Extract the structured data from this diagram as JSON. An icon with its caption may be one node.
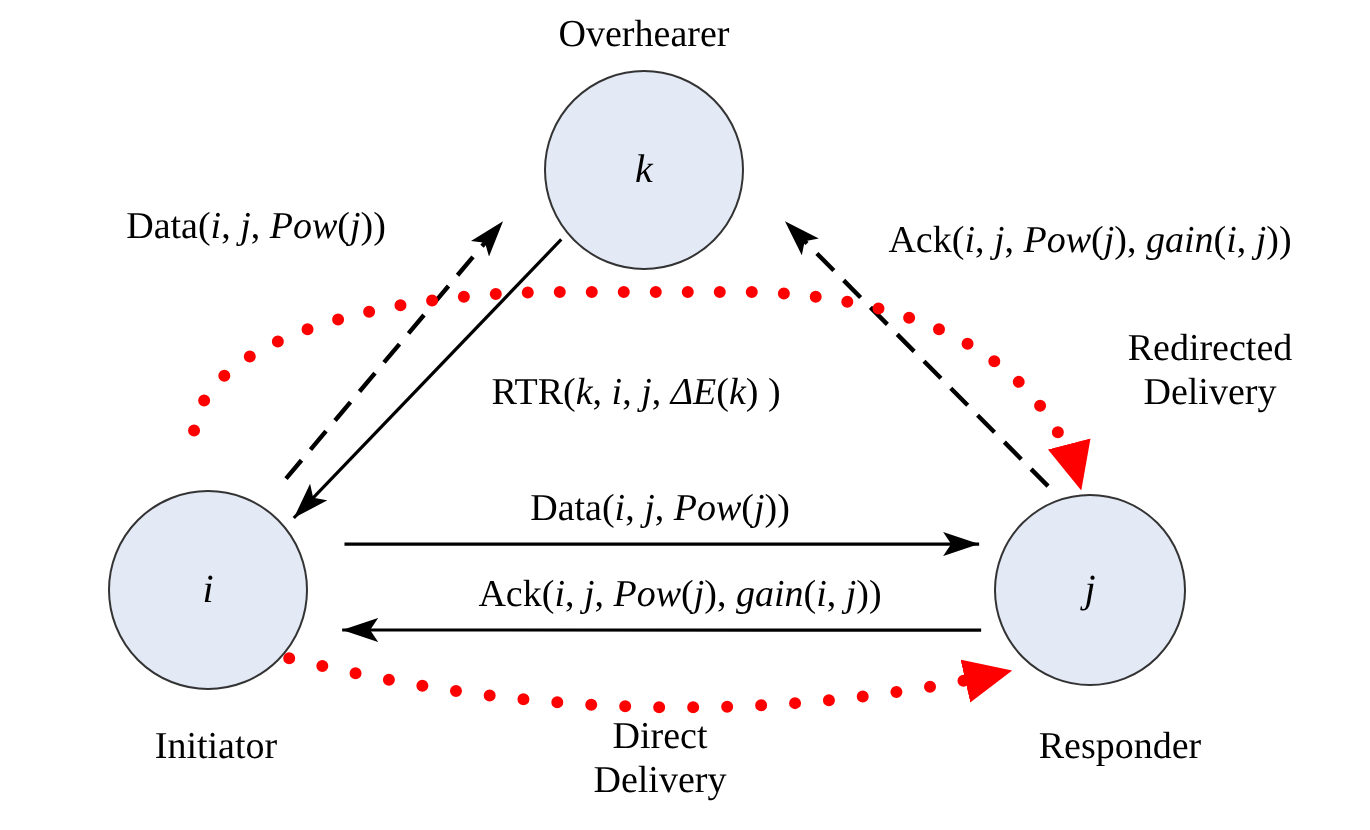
{
  "diagram": {
    "nodes": [
      {
        "text": [
          "k"
        ],
        "beside": [
          "Overhearer"
        ]
      },
      {
        "text": [
          "i"
        ],
        "beside": [
          "Initiator"
        ]
      },
      {
        "text": [
          "j"
        ],
        "beside": [
          "Responder"
        ]
      }
    ],
    "edges": [
      {
        "from": 1,
        "to": 0,
        "arrow": "to",
        "style": "dashed",
        "label": "Data(*i*, *j*, *Pow*(*j*))"
      },
      {
        "from": 0,
        "to": 1,
        "arrow": "to",
        "label": "RTR(*k*, *i*, *j*, *ΔE*(*k*) )"
      },
      {
        "from": 2,
        "to": 0,
        "arrow": "to",
        "style": "dashed",
        "label": "Ack(*i*, *j*, *Pow*(*j*), *gain*(*i*, *j*))"
      },
      {
        "from": 1,
        "to": 2,
        "arrow": "to",
        "label": "Data(*i*, *j*, *Pow*(*j*))"
      },
      {
        "from": 2,
        "to": 1,
        "arrow": "to",
        "label": "Ack(*i*, *j*, *Pow*(*j*), *gain*(*i*, *j*))"
      },
      {
        "from": 1,
        "to": 2,
        "arrow": "to",
        "style": "dashed",
        "color": "#ff0000",
        "label": "Redirected Delivery"
      },
      {
        "from": 1,
        "to": 2,
        "arrow": "to",
        "style": "dashed",
        "color": "#ff0000",
        "label": "Direct Delivery"
      }
    ]
  }
}
